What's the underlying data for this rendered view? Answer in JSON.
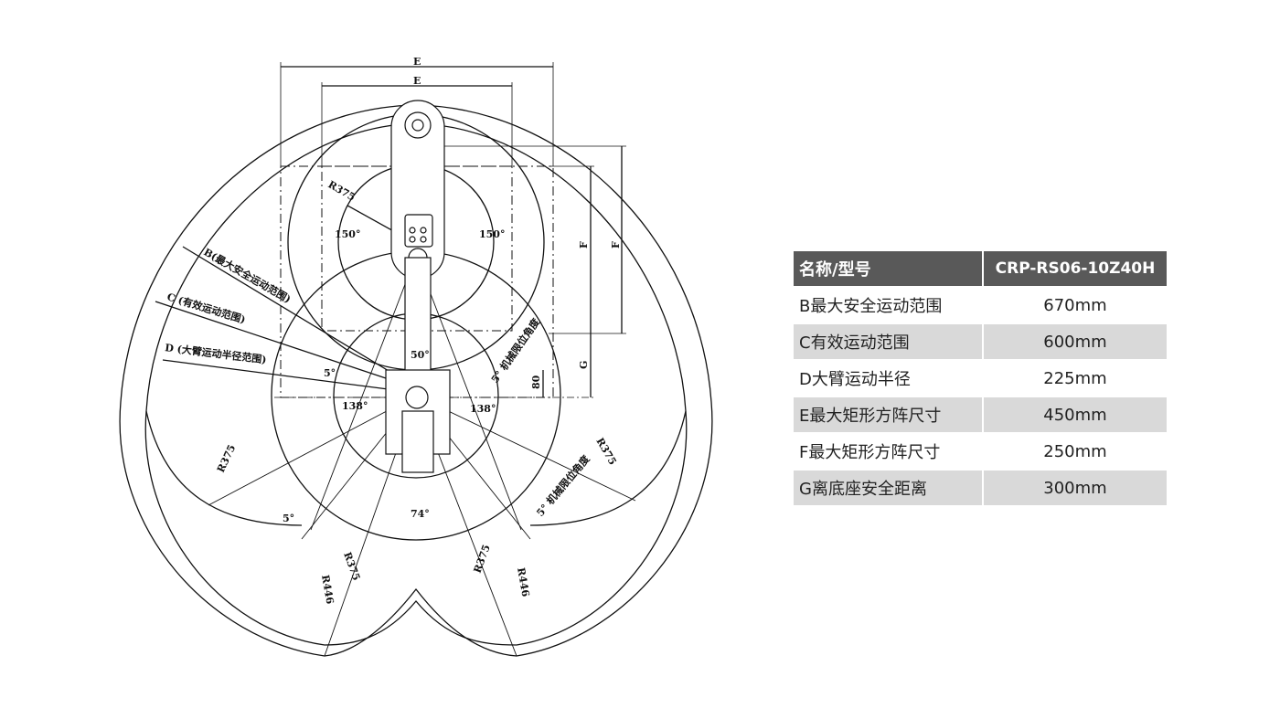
{
  "diagram": {
    "dims": {
      "e_outer": "E",
      "e_inner": "E",
      "f_outer": "F",
      "f_inner": "F",
      "g": "G",
      "d80": "80"
    },
    "angles": {
      "a150_left": "150°",
      "a150_right": "150°",
      "a5_left": "5°",
      "a138_left": "138°",
      "a138_right": "138°",
      "a50": "50°",
      "a74": "74°",
      "a5_bottom": "5°"
    },
    "radii": {
      "r375_top": "R375",
      "r375_left": "R375",
      "r375_right": "R375",
      "r375_bl": "R375",
      "r375_br": "R375",
      "r446_left": "R446",
      "r446_right": "R446"
    },
    "labels": {
      "b": "B(最大安全运动范围)",
      "c": "C (有效运动范围)",
      "d": "D (大臂运动半径范围)",
      "limit_right": "5° 机械限位角度",
      "limit_bottom": "5° 机械限位角度"
    }
  },
  "spec_table": {
    "headers": [
      "名称/型号",
      "CRP-RS06-10Z40H"
    ],
    "rows": [
      [
        "B最大安全运动范围",
        "670mm"
      ],
      [
        "C有效运动范围",
        "600mm"
      ],
      [
        "D大臂运动半径",
        "225mm"
      ],
      [
        "E最大矩形方阵尺寸",
        "450mm"
      ],
      [
        "F最大矩形方阵尺寸",
        "250mm"
      ],
      [
        "G离底座安全距离",
        "300mm"
      ]
    ]
  },
  "colors": {
    "header_bg": "#595959",
    "alt_row": "#d9d9d9",
    "line": "#111111"
  }
}
